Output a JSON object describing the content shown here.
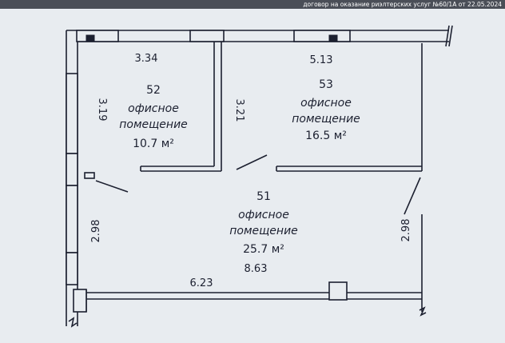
{
  "header": {
    "caption": "договор на оказание риэлтерских услуг №60/1А от 22.05.2024"
  },
  "rooms": [
    {
      "number": "52",
      "label_line1": "офисное",
      "label_line2": "помещение",
      "area": "10.7 м²"
    },
    {
      "number": "53",
      "label_line1": "офисное",
      "label_line2": "помещение",
      "area": "16.5 м²"
    },
    {
      "number": "51",
      "label_line1": "офисное",
      "label_line2": "помещение",
      "area": "25.7 м²"
    }
  ],
  "dimensions": {
    "room52_width": "3.34",
    "room52_depth": "3.19",
    "partition": "3.21",
    "room53_width": "5.13",
    "left_lower": "2.98",
    "right_lower": "2.98",
    "total_width": "8.63",
    "bottom_segment": "6.23"
  },
  "colors": {
    "background": "#e8ecf0",
    "ink": "#1c2030"
  }
}
